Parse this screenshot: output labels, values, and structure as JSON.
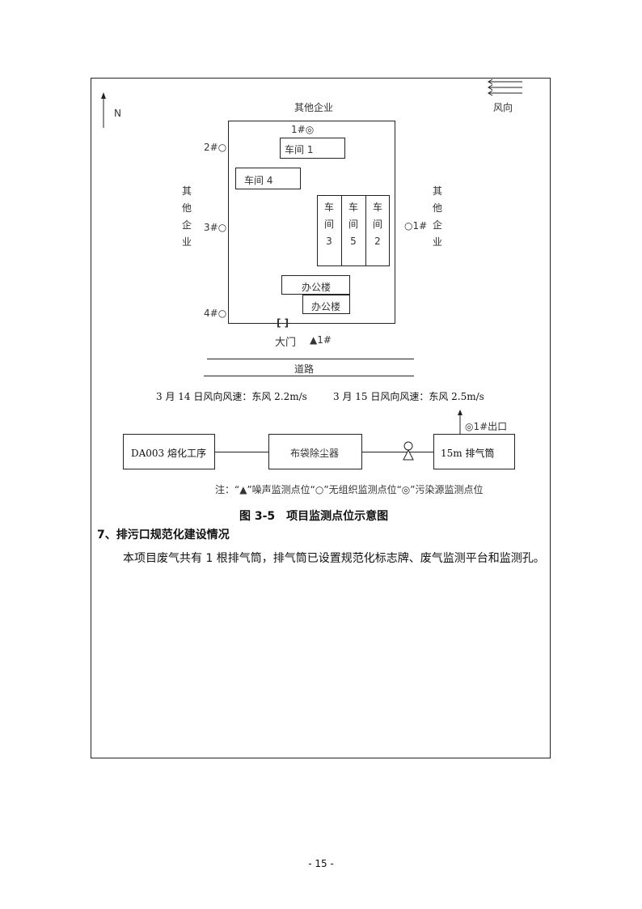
{
  "diagram": {
    "north_label": "N",
    "wind_label": "风向",
    "top_label": "其他企业",
    "left_label": "其他企业",
    "right_label": "其他企业",
    "points": {
      "p1_top": "1#◎",
      "p2_left": "2#○",
      "p3_left": "3#○",
      "p4_left": "4#○",
      "p1_right": "○1#",
      "noise_gate": "▲1#"
    },
    "buildings": {
      "workshop1": "车间 1",
      "workshop4": "车间 4",
      "workshop3": "车间3",
      "workshop5": "车间5",
      "workshop2": "车间2",
      "office_a": "办公楼",
      "office_b": "办公楼"
    },
    "gate_symbol": "[  ]",
    "gate_label": "大门",
    "road_label": "道路",
    "wind_mar14": "3 月 14 日风向风速：东风 2.2m/s",
    "wind_mar15": "3 月 15 日风向风速：东风 2.5m/s"
  },
  "flow": {
    "process": "DA003 熔化工序",
    "filter": "布袋除尘器",
    "stack": "15m 排气筒",
    "outlet": "◎1#出口"
  },
  "note": "注：“▲”噪声监测点位“○”无组织监测点位“◎”污染源监测点位",
  "figure_caption": "图 3-5　项目监测点位示意图",
  "section_heading": "7、排污口规范化建设情况",
  "paragraph": "本项目废气共有 1 根排气筒，排气筒已设置规范化标志牌、废气监测平台和监测孔。",
  "page_number": "- 15 -"
}
